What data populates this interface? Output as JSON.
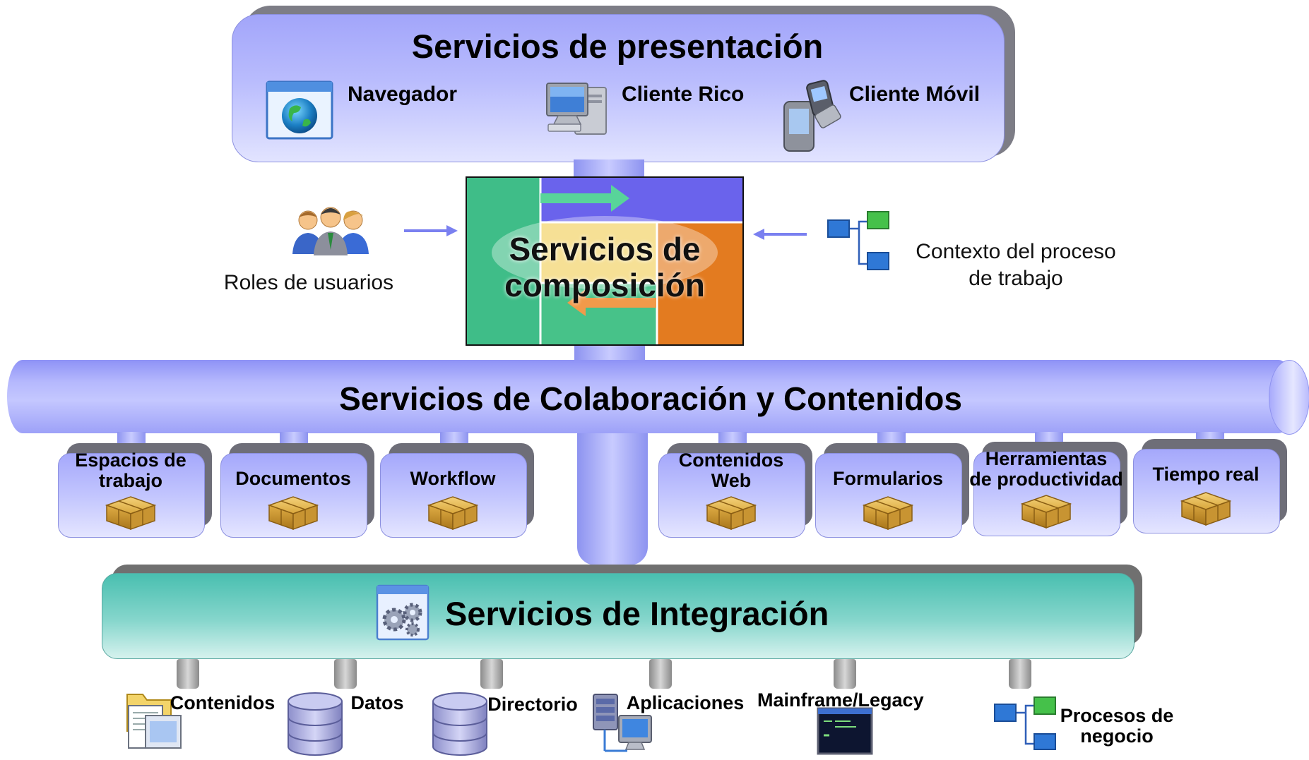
{
  "presentation": {
    "title": "Servicios de presentación",
    "clients": [
      {
        "label": "Navegador",
        "icon": "browser-globe-icon"
      },
      {
        "label": "Cliente Rico",
        "icon": "desktop-computer-icon"
      },
      {
        "label": "Cliente Móvil",
        "icon": "mobile-devices-icon"
      }
    ]
  },
  "composition": {
    "title_line1": "Servicios de",
    "title_line2": "composición",
    "left": {
      "label": "Roles de usuarios",
      "icon": "users-group-icon"
    },
    "right": {
      "label_line1": "Contexto del proceso",
      "label_line2": "de trabajo",
      "icon": "process-tree-icon"
    }
  },
  "collaboration": {
    "title": "Servicios de Colaboración y Contenidos",
    "services": [
      {
        "line1": "Espacios de",
        "line2": "trabajo",
        "icon": "package-box-icon"
      },
      {
        "line1": "Documentos",
        "line2": "",
        "icon": "package-box-icon"
      },
      {
        "line1": "Workflow",
        "line2": "",
        "icon": "package-box-icon"
      },
      {
        "line1": "Contenidos",
        "line2": "Web",
        "icon": "package-box-icon"
      },
      {
        "line1": "Formularios",
        "line2": "",
        "icon": "package-box-icon"
      },
      {
        "line1": "Herramientas",
        "line2": "de productividad",
        "icon": "package-box-icon"
      },
      {
        "line1": "Tiempo real",
        "line2": "",
        "icon": "package-box-icon"
      }
    ]
  },
  "integration": {
    "title": "Servicios de Integración",
    "icon": "gears-window-icon",
    "sources": [
      {
        "line1": "Contenidos",
        "line2": "",
        "icon": "folder-documents-icon"
      },
      {
        "line1": "Datos",
        "line2": "",
        "icon": "database-icon"
      },
      {
        "line1": "Directorio",
        "line2": "",
        "icon": "database-icon"
      },
      {
        "line1": "Aplicaciones",
        "line2": "",
        "icon": "server-computer-icon"
      },
      {
        "line1": "Mainframe/Legacy",
        "line2": "",
        "icon": "terminal-screen-icon"
      },
      {
        "line1": "Procesos de",
        "line2": "negocio",
        "icon": "process-tree-icon"
      }
    ]
  },
  "colors": {
    "presentation": "#a2a5fa",
    "collaboration": "#b5b8fd",
    "integration": "#49bfb0",
    "arrows": "#7a80f0",
    "package": "#d7a637"
  }
}
